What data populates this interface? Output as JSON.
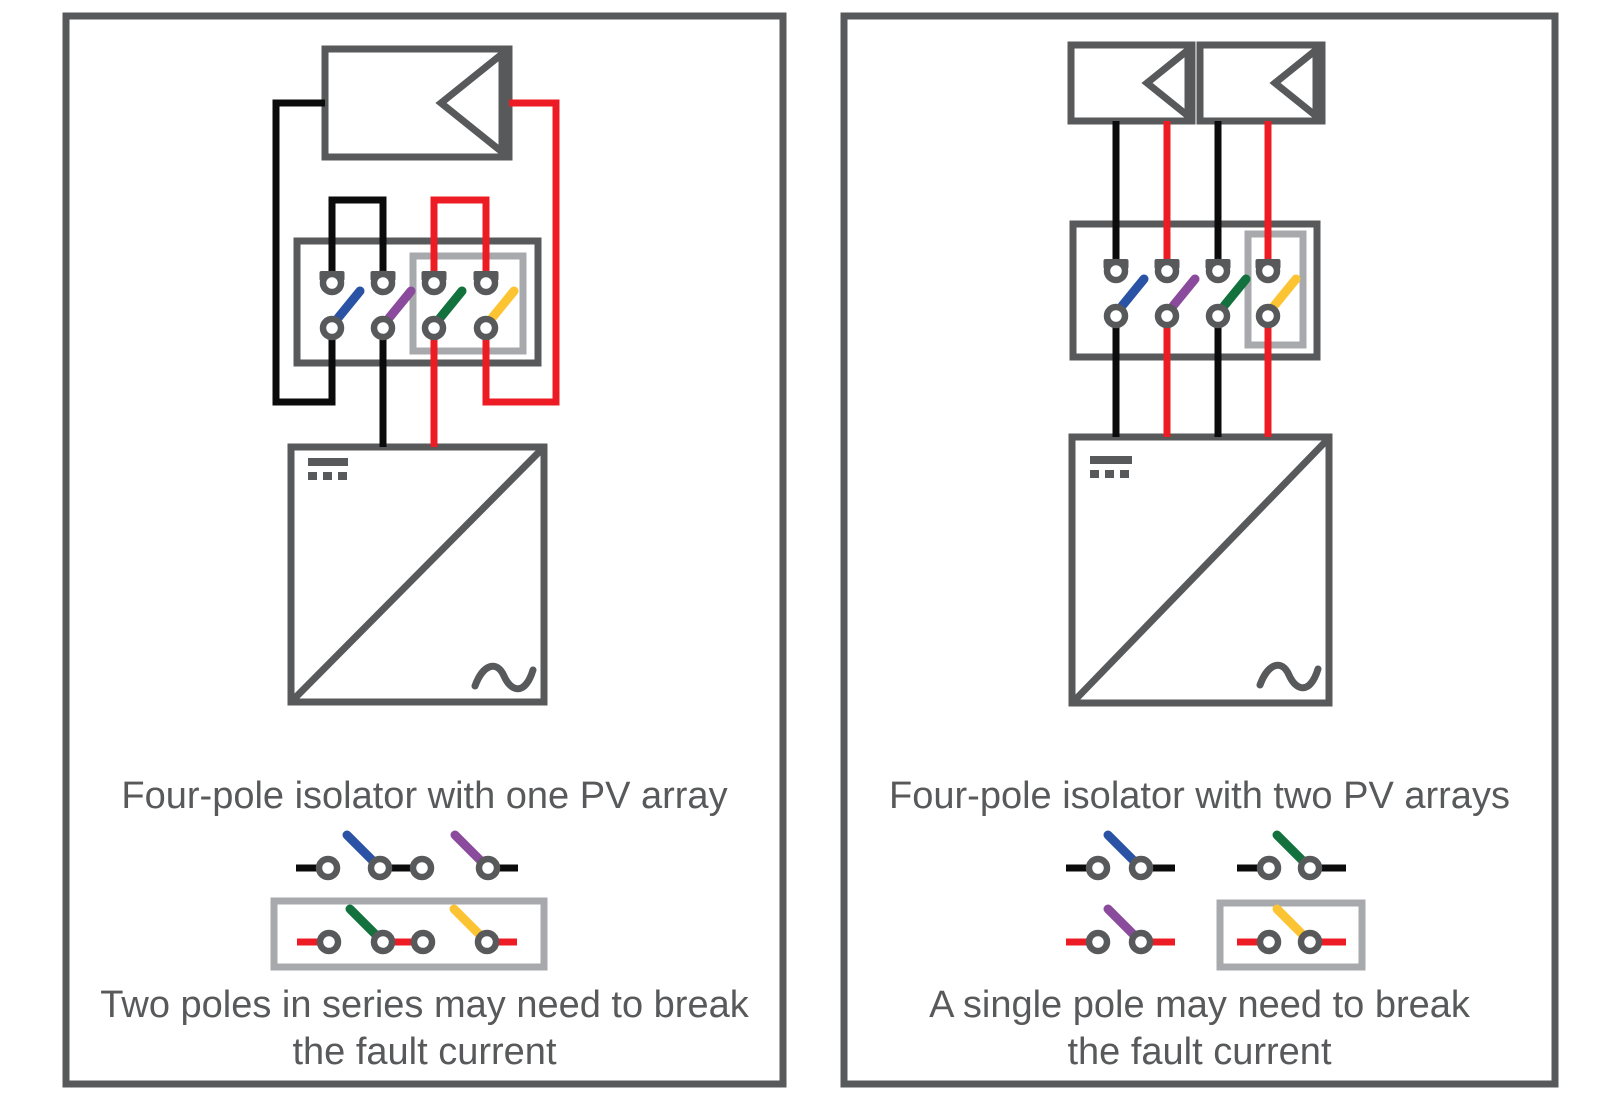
{
  "panels": [
    {
      "title": "Four-pole isolator with one PV array",
      "caption_lines": [
        "Two poles in series may need to break",
        "the fault current"
      ]
    },
    {
      "title": "Four-pole isolator with two PV arrays",
      "caption_lines": [
        "A single pole may need to break",
        "the fault current"
      ]
    }
  ],
  "colors": {
    "outline": "#58595b",
    "silver": "#a7a9ac",
    "wire_black": "#0b0b0c",
    "wire_red": "#ed1c24",
    "blade_blue": "#2a53a5",
    "blade_purple": "#8a4b9d",
    "blade_green": "#12713c",
    "blade_yellow": "#fcc433",
    "text": "#58595b",
    "background": "#ffffff"
  },
  "icons": {
    "pv_array": "rectangle-with-left-pointing-triangle",
    "inverter": "square-with-diagonal-dc-and-ac-marks",
    "switch_pole": "open-knife-switch-between-two-terminals"
  }
}
